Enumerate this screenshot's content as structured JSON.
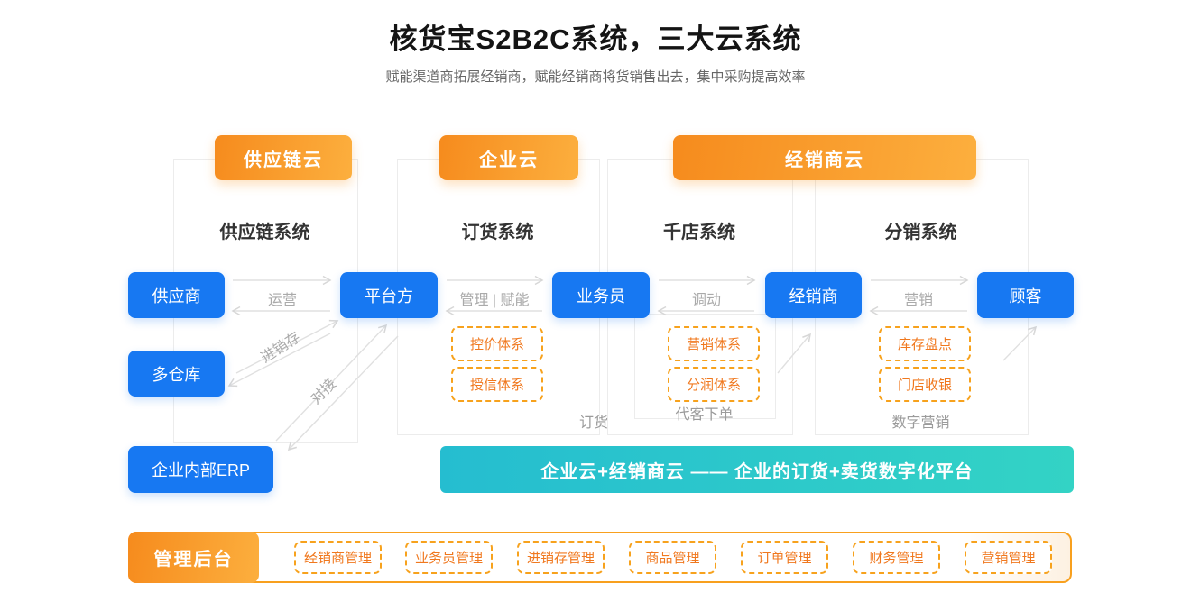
{
  "header": {
    "title": "核货宝S2B2C系统，三大云系统",
    "subtitle": "赋能渠道商拓展经销商，赋能经销商将货销售出去，集中采购提高效率"
  },
  "clouds": {
    "supply": "供应链云",
    "enterprise": "企业云",
    "distributor": "经销商云"
  },
  "sections": {
    "supply": "供应链系统",
    "order": "订货系统",
    "store": "千店系统",
    "dist": "分销系统"
  },
  "nodes": {
    "supplier": "供应商",
    "warehouse": "多仓库",
    "erp": "企业内部ERP",
    "platform": "平台方",
    "salesman": "业务员",
    "dealer": "经销商",
    "customer": "顾客"
  },
  "flows": {
    "operate": "运营",
    "manage": "管理 | 赋能",
    "dispatch": "调动",
    "market": "营销",
    "psi": "进销存",
    "connect": "对接"
  },
  "capabilities": {
    "price": "控价体系",
    "credit": "授信体系",
    "marketing": "营销体系",
    "profit": "分润体系",
    "stocktake": "库存盘点",
    "pos": "门店收银"
  },
  "areas": {
    "ordering": "订货",
    "proxy": "代客下单",
    "digital": "数字营销"
  },
  "banner": {
    "text": "企业云+经销商云 —— 企业的订货+卖货数字化平台"
  },
  "bottom": {
    "title": "管理后台",
    "items": [
      "经销商管理",
      "业务员管理",
      "进销存管理",
      "商品管理",
      "订单管理",
      "财务管理",
      "营销管理"
    ]
  },
  "colors": {
    "primary_blue": "#1778f2",
    "orange_start": "#f68b1d",
    "orange_end": "#fcaf3e",
    "teal_start": "#25bdd0",
    "teal_end": "#33d3c5",
    "dashed_orange": "#f7a21d",
    "gray_line": "#dedede"
  }
}
